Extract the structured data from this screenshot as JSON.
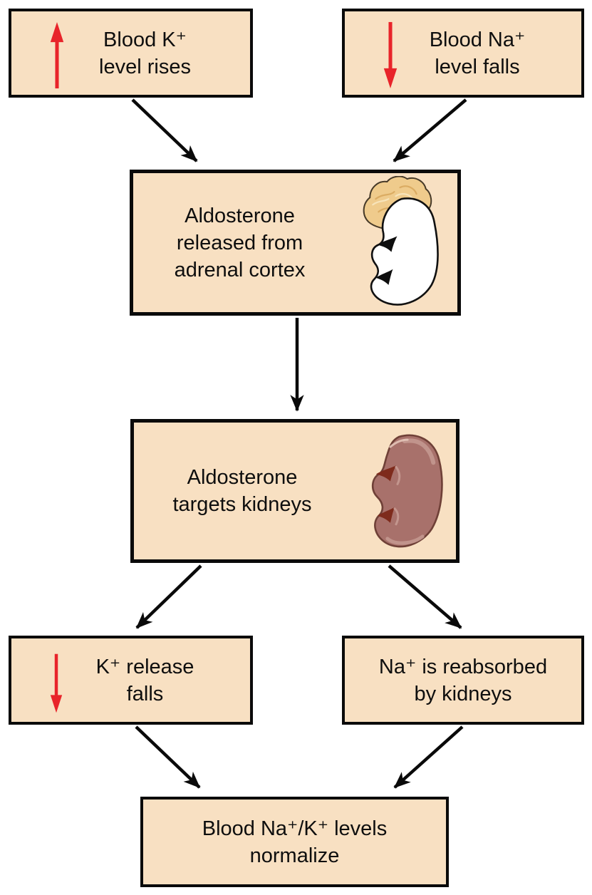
{
  "colors": {
    "box_fill": "#f8e0c2",
    "box_border": "#0a0a0a",
    "connector": "#0a0a0a",
    "red_arrow": "#e8242a",
    "adrenal_fill": "#efcb8c",
    "adrenal_stroke": "#473a28",
    "adrenal_texture_dark": "#dbac63",
    "adrenal_texture_light": "#f7e4ba",
    "white_kidney_fill": "#ffffff",
    "white_kidney_stroke": "#111111",
    "kidney_fill": "#a8716b",
    "kidney_stroke": "#6f4037",
    "kidney_notch": "#7e2b1c",
    "kidney_highlight": "#c59a92",
    "kidney_highlight_light": "#e3c4b8"
  },
  "boxes": {
    "blood_k_rises": {
      "line1": "Blood K⁺",
      "line2": "level rises"
    },
    "blood_na_falls": {
      "line1": "Blood Na⁺",
      "line2": "level falls"
    },
    "aldo_released": {
      "line1": "Aldosterone",
      "line2": "released from",
      "line3": "adrenal cortex"
    },
    "aldo_targets": {
      "line1": "Aldosterone",
      "line2": "targets kidneys"
    },
    "k_release_falls": {
      "line1": "K⁺ release",
      "line2": "falls"
    },
    "na_reabsorbed": {
      "line1": "Na⁺ is reabsorbed",
      "line2": "by kidneys"
    },
    "levels_normalize": {
      "line1": "Blood Na⁺/K⁺ levels",
      "line2": "normalize"
    }
  },
  "icons": {
    "red_up_arrow": "increase-indicator",
    "red_down_arrow": "decrease-indicator",
    "adrenal_gland": "adrenal-gland-on-kidney-illustration",
    "kidney": "kidney-illustration"
  }
}
